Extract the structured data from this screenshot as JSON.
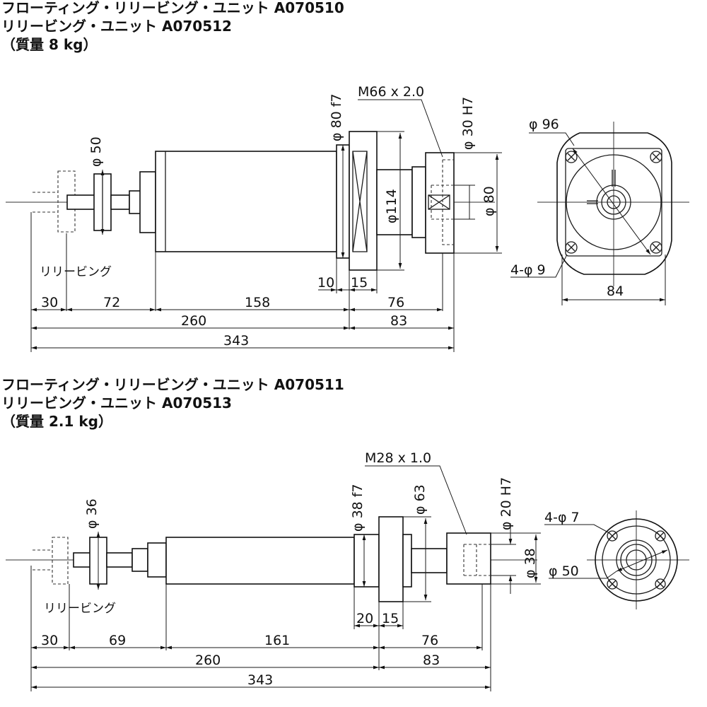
{
  "unit1": {
    "title_line1": "フローティング・リリービング・ユニット A070510",
    "title_line2": "リリービング・ユニット A070512",
    "title_line3": "（質量 8 kg）",
    "labels": {
      "phi50": "φ 50",
      "phi80f7": "φ 80 f7",
      "phi114": "φ114",
      "m66": "M66 x 2.0",
      "phi30h7": "φ 30 H7",
      "phi80": "φ 80",
      "phi96": "φ 96",
      "hole": "4-φ 9",
      "relieving": "リリービング"
    },
    "dims": {
      "d10": "10",
      "d15": "15",
      "d30": "30",
      "d72": "72",
      "d158": "158",
      "d76": "76",
      "d260": "260",
      "d83": "83",
      "d343": "343",
      "d84": "84"
    }
  },
  "unit2": {
    "title_line1": "フローティング・リリービング・ユニット A070511",
    "title_line2": "リリービング・ユニット A070513",
    "title_line3": "（質量 2.1 kg）",
    "labels": {
      "phi36": "φ 36",
      "m28": "M28 x 1.0",
      "phi38f7": "φ 38 f7",
      "phi63": "φ 63",
      "phi20h7": "φ 20 H7",
      "phi38": "φ 38",
      "phi50": "φ 50",
      "hole": "4-φ 7",
      "relieving": "リリービング"
    },
    "dims": {
      "d20": "20",
      "d15": "15",
      "d30": "30",
      "d69": "69",
      "d161": "161",
      "d76": "76",
      "d260": "260",
      "d83": "83",
      "d343": "343"
    }
  }
}
